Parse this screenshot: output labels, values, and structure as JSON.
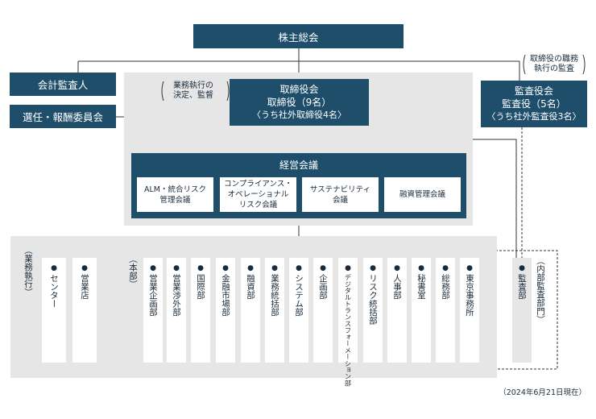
{
  "shareholders_meeting": "株主総会",
  "accounting_auditor": "会計監査人",
  "selection_committee": "選任・報酬委員会",
  "board": {
    "line1": "取締役会",
    "line2": "取締役（9名）",
    "line3": "〈うち社外取締役4名〉",
    "note_line1": "業務執行の",
    "note_line2": "決定、監督"
  },
  "audit_board": {
    "line1": "監査役会",
    "line2": "監査役（5名）",
    "line3": "〈うち社外監査役3名〉",
    "note_line1": "取締役の職務",
    "note_line2": "執行の監査"
  },
  "management_council": {
    "title": "経営会議",
    "committees": [
      {
        "line1": "ALM・統合リスク",
        "line2": "管理会議"
      },
      {
        "line1": "コンプライアンス・",
        "line2": "オペレーショナル",
        "line3": "リスク会議"
      },
      {
        "line1": "サステナビリティ",
        "line2": "会議"
      },
      {
        "line1": "融資管理会議"
      }
    ]
  },
  "labels": {
    "business_execution": "（業務執行）",
    "head_office": "（本部）",
    "internal_audit": "（内部監査部門）"
  },
  "bullet": "●",
  "branch_units": [
    "センター",
    "営業店"
  ],
  "head_office_units": [
    "営業企画部",
    "営業渉外部",
    "国際部",
    "金融市場部",
    "融資部",
    "業務統括部",
    "システム部",
    "企画部",
    "デジタルトランスフォーメーション部",
    "リスク統括部",
    "人事部",
    "秘書室",
    "総務部",
    "東京事務所"
  ],
  "audit_unit": "監査部",
  "date_note": "（2024年6月21日現在）"
}
